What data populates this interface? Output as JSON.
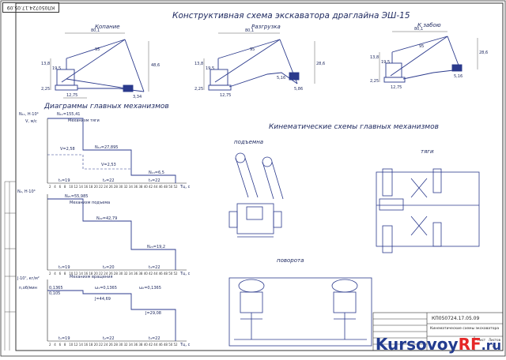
{
  "stamp": "КП050724.17.05.09",
  "main_title": "Конструктивная схема экскаватора драглайна ЭШ-15",
  "schemes": [
    {
      "label": "Копание",
      "dims": [
        "80,1",
        "95",
        "13,8",
        "19,5",
        "2,25",
        "12,75",
        "48,6",
        "3,34"
      ]
    },
    {
      "label": "Разгрузка",
      "dims": [
        "80,1",
        "95",
        "13,8",
        "19,5",
        "2,25",
        "12,75",
        "28,6",
        "5,16",
        "5,86"
      ]
    },
    {
      "label": "К забою",
      "dims": [
        "80,1",
        "95",
        "13,8",
        "19,5",
        "2,25",
        "12,75",
        "28,6",
        "5,16"
      ]
    }
  ],
  "diagrams_title": "Диаграммы главных механизмов",
  "kinematic_title": "Кинематические схемы главных механизмов",
  "kin_labels": {
    "lift": "подъемна",
    "drag": "тяги",
    "swing": "поворота"
  },
  "chart1": {
    "yaxis": "N₁₁, Н·10⁴",
    "yunit": "V, м/с",
    "mech": "Механизм тяги",
    "labels": [
      "N₁₁=155,41",
      "V=2,58",
      "N₁₂=27,895",
      "V=2,53",
      "N₁₃=6,5",
      "t₁=19",
      "t₂=22",
      "t₃=22"
    ]
  },
  "chart2": {
    "yaxis": "N₂, Н·10⁴",
    "mech": "Механизм подъема",
    "labels": [
      "N₂₁=55,985",
      "N₂₂=42,79",
      "N₂₃=19,2",
      "t₁=19",
      "t₂=20",
      "t₃=22"
    ]
  },
  "chart3": {
    "yaxis": "J·10⁷, кг/м²",
    "yunit": "n,об/мин",
    "mech": "Механизм вращения",
    "labels": [
      "0,1365",
      "0,105",
      "ω₁=0,1365",
      "ω₂=0,1365",
      "J=44,69",
      "J=29,08",
      "t₁=19",
      "t₂=22",
      "t₃=22"
    ]
  },
  "xaxis": "Tц, с",
  "ticks": [
    "2",
    "4",
    "6",
    "8",
    "10",
    "12",
    "14",
    "16",
    "18",
    "20",
    "22",
    "24",
    "26",
    "28",
    "30",
    "32",
    "34",
    "36",
    "38",
    "40",
    "42",
    "44",
    "46",
    "48",
    "50",
    "52"
  ],
  "title_block": {
    "code": "КП050724.17.05.09",
    "name": "Кинематические схемы экскаватора",
    "sheet": "Лист",
    "sheets": "Листов",
    "count": "1"
  },
  "watermark": {
    "main": "Kursovoy",
    "accent": "RF",
    "tld": ".ru"
  }
}
